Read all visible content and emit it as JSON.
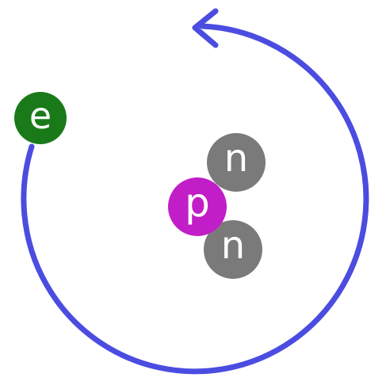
{
  "diagram": {
    "colors": {
      "orbit": "#4b4ce0",
      "electron": "#1a7a1a",
      "proton": "#c21ec8",
      "neutron": "#7a7a7a",
      "label": "#ffffff",
      "background": "#ffffff"
    },
    "electron": {
      "label": "e"
    },
    "proton": {
      "label": "p"
    },
    "neutron_top": {
      "label": "n"
    },
    "neutron_bottom": {
      "label": "n"
    }
  }
}
